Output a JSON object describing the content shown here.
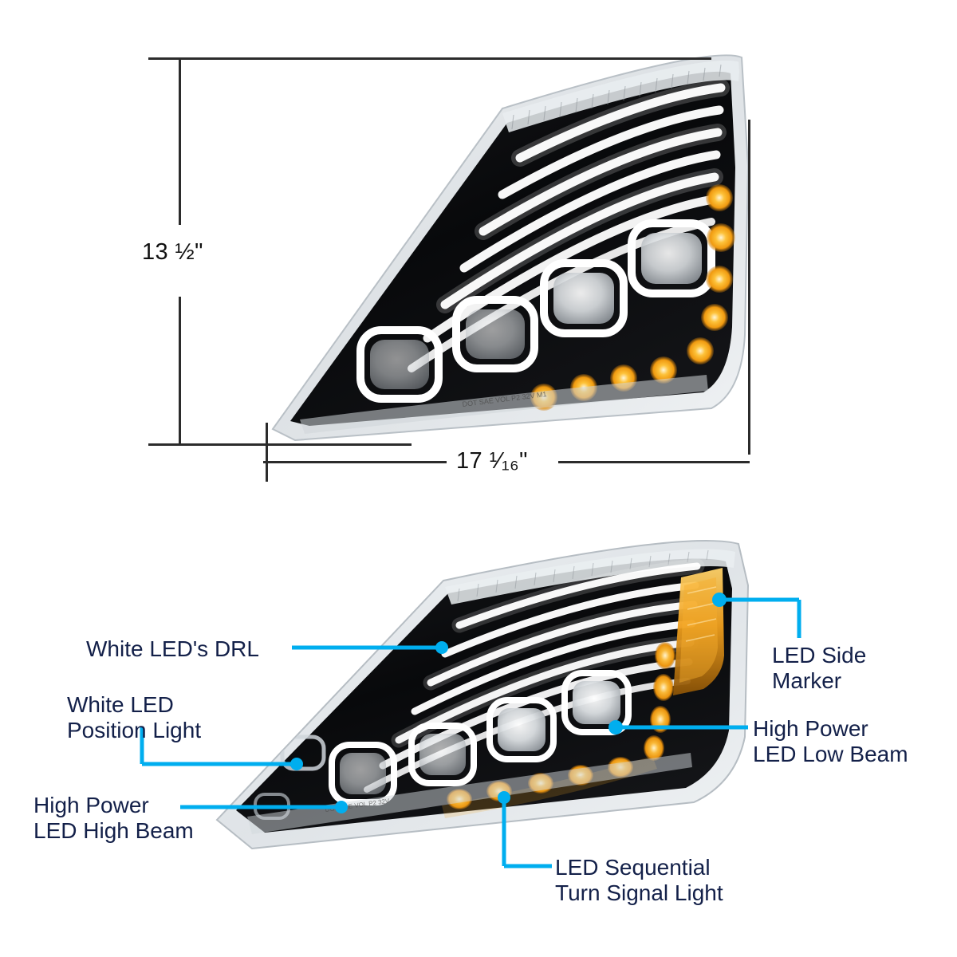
{
  "page": {
    "title": "LED Headlight Assembly Dimensions and Feature Callouts",
    "accent_cyan": "#00AEEF",
    "label_navy": "#132049",
    "dimension_line_color": "#2b2b2b",
    "background": "#FFFFFF"
  },
  "dimensions": {
    "height": {
      "label": "13 ½\"",
      "whole": "13",
      "numerator": "1",
      "denominator": "2",
      "unit": "\""
    },
    "width": {
      "label": "17 ¹⁄₁₆\"",
      "whole": "17",
      "numerator": "1",
      "denominator": "16",
      "unit": "\""
    }
  },
  "top_view": {
    "name": "headlight-dimension-view",
    "description": "Front view of LED headlight assembly with height and width dimension lines"
  },
  "bottom_view": {
    "name": "headlight-feature-view",
    "description": "Three-quarter view of LED headlight assembly with feature callouts"
  },
  "callouts": [
    {
      "id": "white-leds-drl",
      "text": "White LED's DRL",
      "lines": [
        "White LED's DRL"
      ],
      "side": "left"
    },
    {
      "id": "white-led-position",
      "text": "White LED Position Light",
      "lines": [
        "White LED",
        "Position Light"
      ],
      "side": "left"
    },
    {
      "id": "high-power-high-beam",
      "text": "High Power LED High Beam",
      "lines": [
        "High Power",
        "LED High Beam"
      ],
      "side": "left"
    },
    {
      "id": "led-side-marker",
      "text": "LED Side Marker",
      "lines": [
        "LED Side",
        "Marker"
      ],
      "side": "right"
    },
    {
      "id": "high-power-low-beam",
      "text": "High Power LED Low Beam",
      "lines": [
        "High Power",
        "LED Low Beam"
      ],
      "side": "right"
    },
    {
      "id": "led-turn-signal",
      "text": "LED Sequential Turn Signal Light",
      "lines": [
        "LED Sequential",
        "Turn Signal Light"
      ],
      "side": "bottom"
    }
  ],
  "lamp_features": {
    "projector_count": 4,
    "drl_bar_count": 7,
    "amber_side_led_count": 6,
    "amber_bottom_led_count": 5,
    "housing_color": "#0a0a0c",
    "led_white": "#ffffff",
    "led_amber": "#f5a623"
  }
}
